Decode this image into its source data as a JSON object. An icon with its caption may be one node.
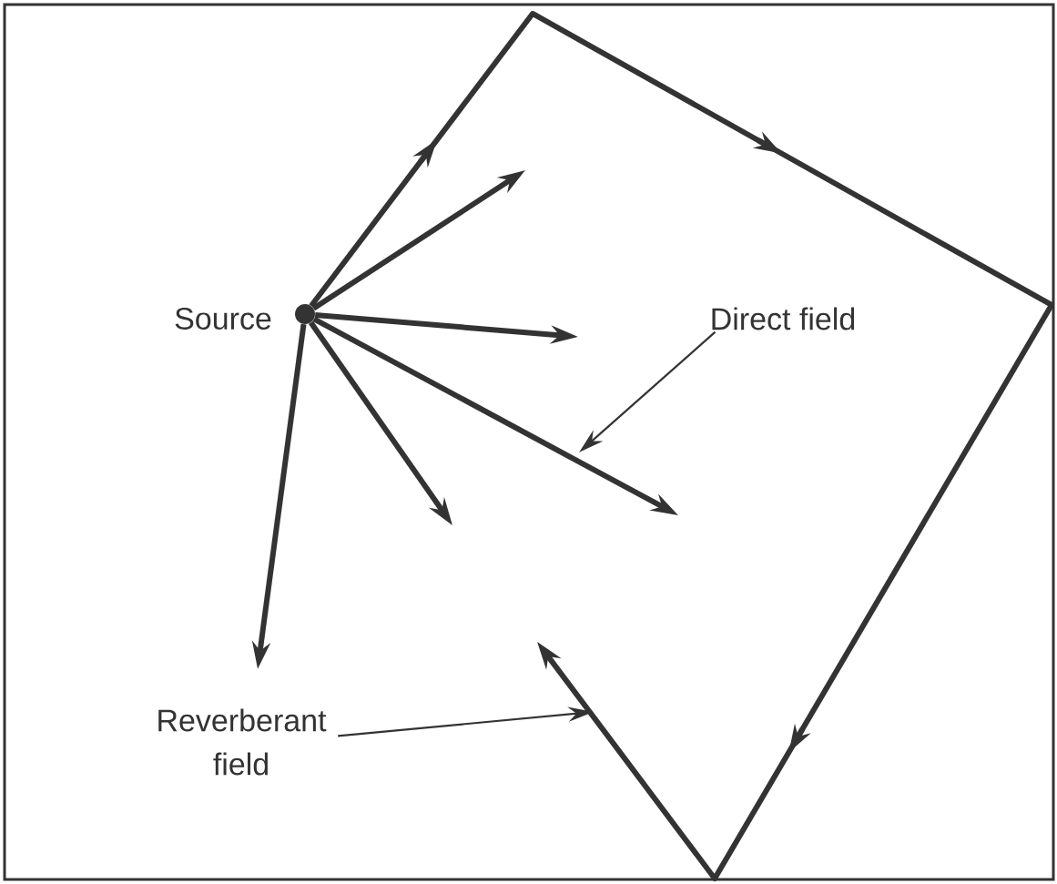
{
  "diagram": {
    "nodes": [
      {
        "text": [
          "Source"
        ]
      },
      {
        "text": [
          "Direct field"
        ]
      },
      {
        "text": [
          "Reverberant field"
        ]
      }
    ],
    "edges": [
      {
        "from": 0,
        "to": null,
        "arrow": "to"
      },
      {
        "from": 0,
        "to": null,
        "arrow": "to"
      },
      {
        "from": 0,
        "to": null,
        "arrow": "to"
      },
      {
        "from": 0,
        "to": null,
        "arrow": "to"
      },
      {
        "from": 0,
        "to": null,
        "arrow": "to"
      },
      {
        "from": 0,
        "to": null,
        "arrow": "to"
      },
      {
        "from": 1,
        "to": null,
        "arrow": "to"
      },
      {
        "from": 2,
        "to": null,
        "arrow": "to"
      }
    ]
  }
}
